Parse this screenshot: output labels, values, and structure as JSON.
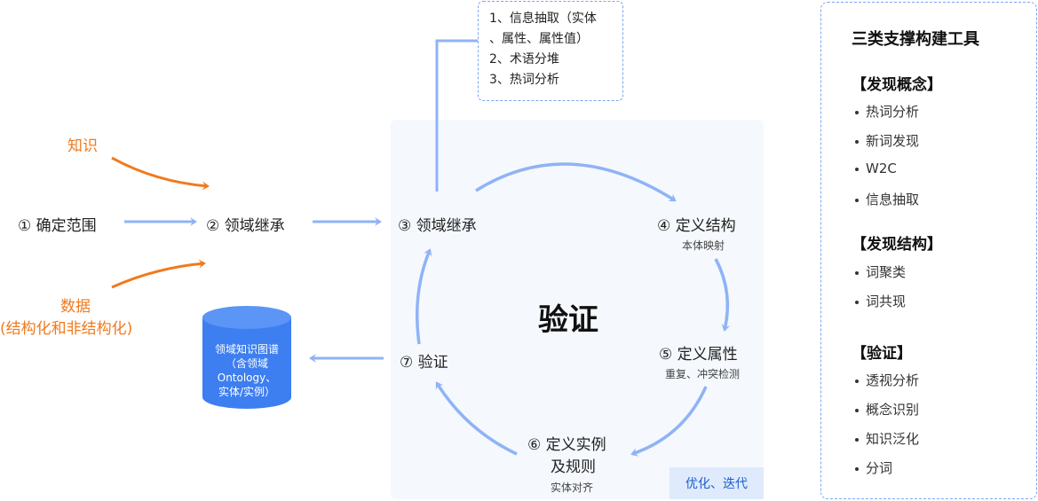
{
  "inputs": {
    "knowledge": "知识",
    "data_line1": "数据",
    "data_line2": "(结构化和非结构化)"
  },
  "steps": {
    "s1": "① 确定范围",
    "s2": "② 领域继承",
    "s3": "③ 领域继承",
    "s4": "④ 定义结构",
    "s4_sub": "本体映射",
    "s5": "⑤ 定义属性",
    "s5_sub": "重复、冲突检测",
    "s6_line1": "⑥ 定义实例",
    "s6_line2": "及规则",
    "s6_sub": "实体对齐",
    "s7": "⑦ 验证"
  },
  "center": {
    "title": "验证",
    "tag": "优化、迭代"
  },
  "notes": [
    "1、信息抽取（实体",
    "、属性、属性值）",
    "2、术语分堆",
    "3、热词分析"
  ],
  "knowledge_graph": {
    "lines": [
      "领域知识图谱",
      "（含领域",
      "Ontology、",
      "实体/实例）"
    ]
  },
  "tools": {
    "title": "三类支撑构建工具",
    "groups": [
      {
        "name": "【发现概念】",
        "items": [
          "热词分析",
          "新词发现",
          "W2C",
          "信息抽取"
        ]
      },
      {
        "name": "【发现结构】",
        "items": [
          "词聚类",
          "词共现"
        ]
      },
      {
        "name": "【验证】",
        "items": [
          "透视分析",
          "概念识别",
          "知识泛化",
          "分词"
        ]
      }
    ]
  },
  "colors": {
    "arrow_blue": "#8fb3f5",
    "arrow_orange": "#f07a1e",
    "cylinder_blue": "#3d7ef0",
    "panel_bg": "#f5f8fd",
    "tag_bg": "#dfeafc",
    "dashed_border": "#7aa6f3"
  }
}
